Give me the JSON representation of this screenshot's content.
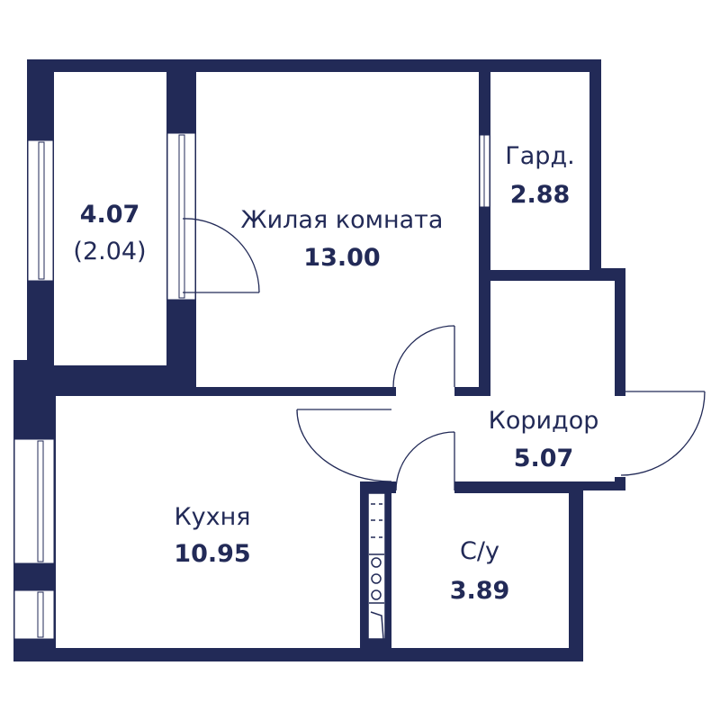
{
  "colors": {
    "wall": "#222a57",
    "floor": "#ffffff"
  },
  "rooms": {
    "balcony": {
      "area": "4.07",
      "reduced_area": "(2.04)"
    },
    "living": {
      "name": "Жилая комната",
      "area": "13.00"
    },
    "wardrobe": {
      "name": "Гард.",
      "area": "2.88"
    },
    "corridor": {
      "name": "Коридор",
      "area": "5.07"
    },
    "kitchen": {
      "name": "Кухня",
      "area": "10.95"
    },
    "bathroom": {
      "name": "С/у",
      "area": "3.89"
    }
  }
}
